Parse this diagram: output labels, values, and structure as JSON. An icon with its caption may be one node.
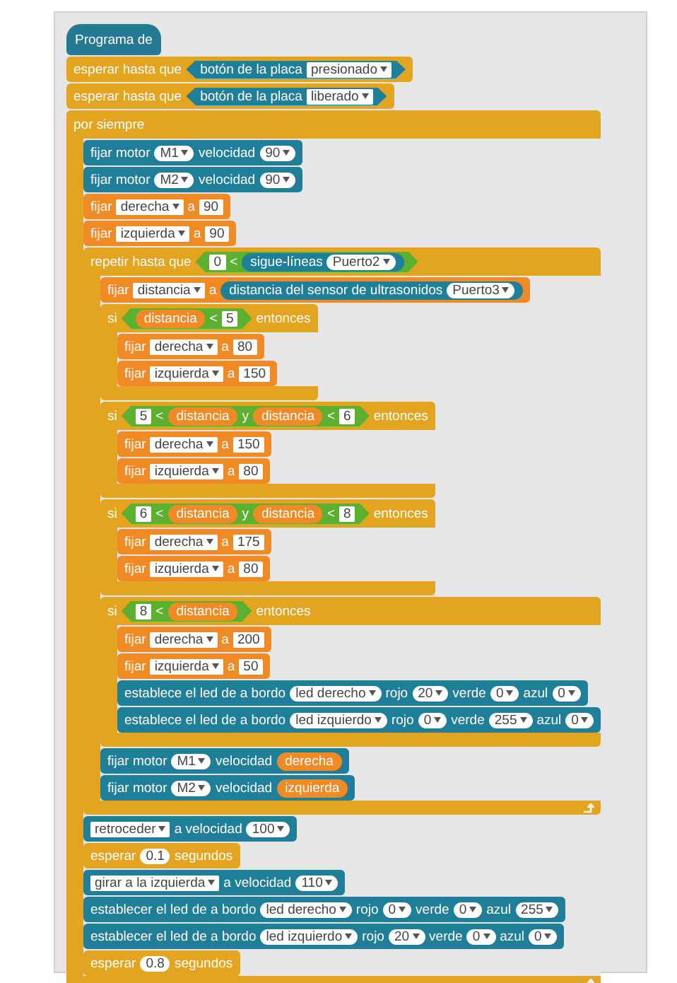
{
  "diagram": {
    "nodes": [
      {
        "text": [
          "Programa de"
        ]
      },
      {
        "text": [
          "esperar hasta que",
          "botón de la placa",
          "presionado"
        ]
      },
      {
        "text": [
          "esperar hasta que",
          "botón de la placa",
          "liberado"
        ]
      },
      {
        "text": [
          "por siempre"
        ]
      },
      {
        "text": [
          "fijar motor",
          "M1",
          "velocidad",
          "90"
        ],
        "in": 3
      },
      {
        "text": [
          "fijar motor",
          "M2",
          "velocidad",
          "90"
        ],
        "in": 3
      },
      {
        "text": [
          "fijar",
          "derecha",
          "a",
          "90"
        ],
        "in": 3
      },
      {
        "text": [
          "fijar",
          "izquierda",
          "a",
          "90"
        ],
        "in": 3
      },
      {
        "text": [
          "repetir hasta que",
          "0",
          "<",
          "sigue-líneas",
          "Puerto2"
        ],
        "in": 3
      },
      {
        "text": [
          "fijar",
          "distancia",
          "a",
          "distancia del sensor de ultrasonidos",
          "Puerto3"
        ],
        "in": 8
      },
      {
        "text": [
          "si",
          "distancia",
          "<",
          "5",
          "entonces"
        ],
        "in": 8
      },
      {
        "text": [
          "fijar",
          "derecha",
          "a",
          "80"
        ],
        "in": 10
      },
      {
        "text": [
          "fijar",
          "izquierda",
          "a",
          "150"
        ],
        "in": 10
      },
      {
        "text": [
          "si",
          "5",
          "<",
          "distancia",
          "y",
          "distancia",
          "<",
          "6",
          "entonces"
        ],
        "in": 8
      },
      {
        "text": [
          "fijar",
          "derecha",
          "a",
          "150"
        ],
        "in": 13
      },
      {
        "text": [
          "fijar",
          "izquierda",
          "a",
          "80"
        ],
        "in": 13
      },
      {
        "text": [
          "si",
          "6",
          "<",
          "distancia",
          "y",
          "distancia",
          "<",
          "8",
          "entonces"
        ],
        "in": 8
      },
      {
        "text": [
          "fijar",
          "derecha",
          "a",
          "175"
        ],
        "in": 16
      },
      {
        "text": [
          "fijar",
          "izquierda",
          "a",
          "80"
        ],
        "in": 16
      },
      {
        "text": [
          "si",
          "8",
          "<",
          "distancia",
          "entonces"
        ],
        "in": 8
      },
      {
        "text": [
          "fijar",
          "derecha",
          "a",
          "200"
        ],
        "in": 19
      },
      {
        "text": [
          "fijar",
          "izquierda",
          "a",
          "50"
        ],
        "in": 19
      },
      {
        "text": [
          "establece el led de a bordo",
          "led derecho",
          "rojo",
          "20",
          "verde",
          "0",
          "azul",
          "0"
        ],
        "in": 19
      },
      {
        "text": [
          "establece el led de a bordo",
          "led izquierdo",
          "rojo",
          "0",
          "verde",
          "255",
          "azul",
          "0"
        ],
        "in": 19
      },
      {
        "text": [
          "fijar motor",
          "M1",
          "velocidad",
          "derecha"
        ],
        "in": 8
      },
      {
        "text": [
          "fijar motor",
          "M2",
          "velocidad",
          "izquierda"
        ],
        "in": 8
      },
      {
        "text": [
          "retroceder",
          "a velocidad",
          "100"
        ],
        "in": 3
      },
      {
        "text": [
          "esperar",
          "0.1",
          "segundos"
        ],
        "in": 3
      },
      {
        "text": [
          "girar a la izquierda",
          "a velocidad",
          "110"
        ],
        "in": 3
      },
      {
        "text": [
          "establecer el led de a bordo",
          "led derecho",
          "rojo",
          "0",
          "verde",
          "0",
          "azul",
          "255"
        ],
        "in": 3
      },
      {
        "text": [
          "establecer el led de a bordo",
          "led izquierdo",
          "rojo",
          "20",
          "verde",
          "0",
          "azul",
          "0"
        ],
        "in": 3
      },
      {
        "text": [
          "esperar",
          "0.8",
          "segundos"
        ],
        "in": 3
      }
    ]
  }
}
